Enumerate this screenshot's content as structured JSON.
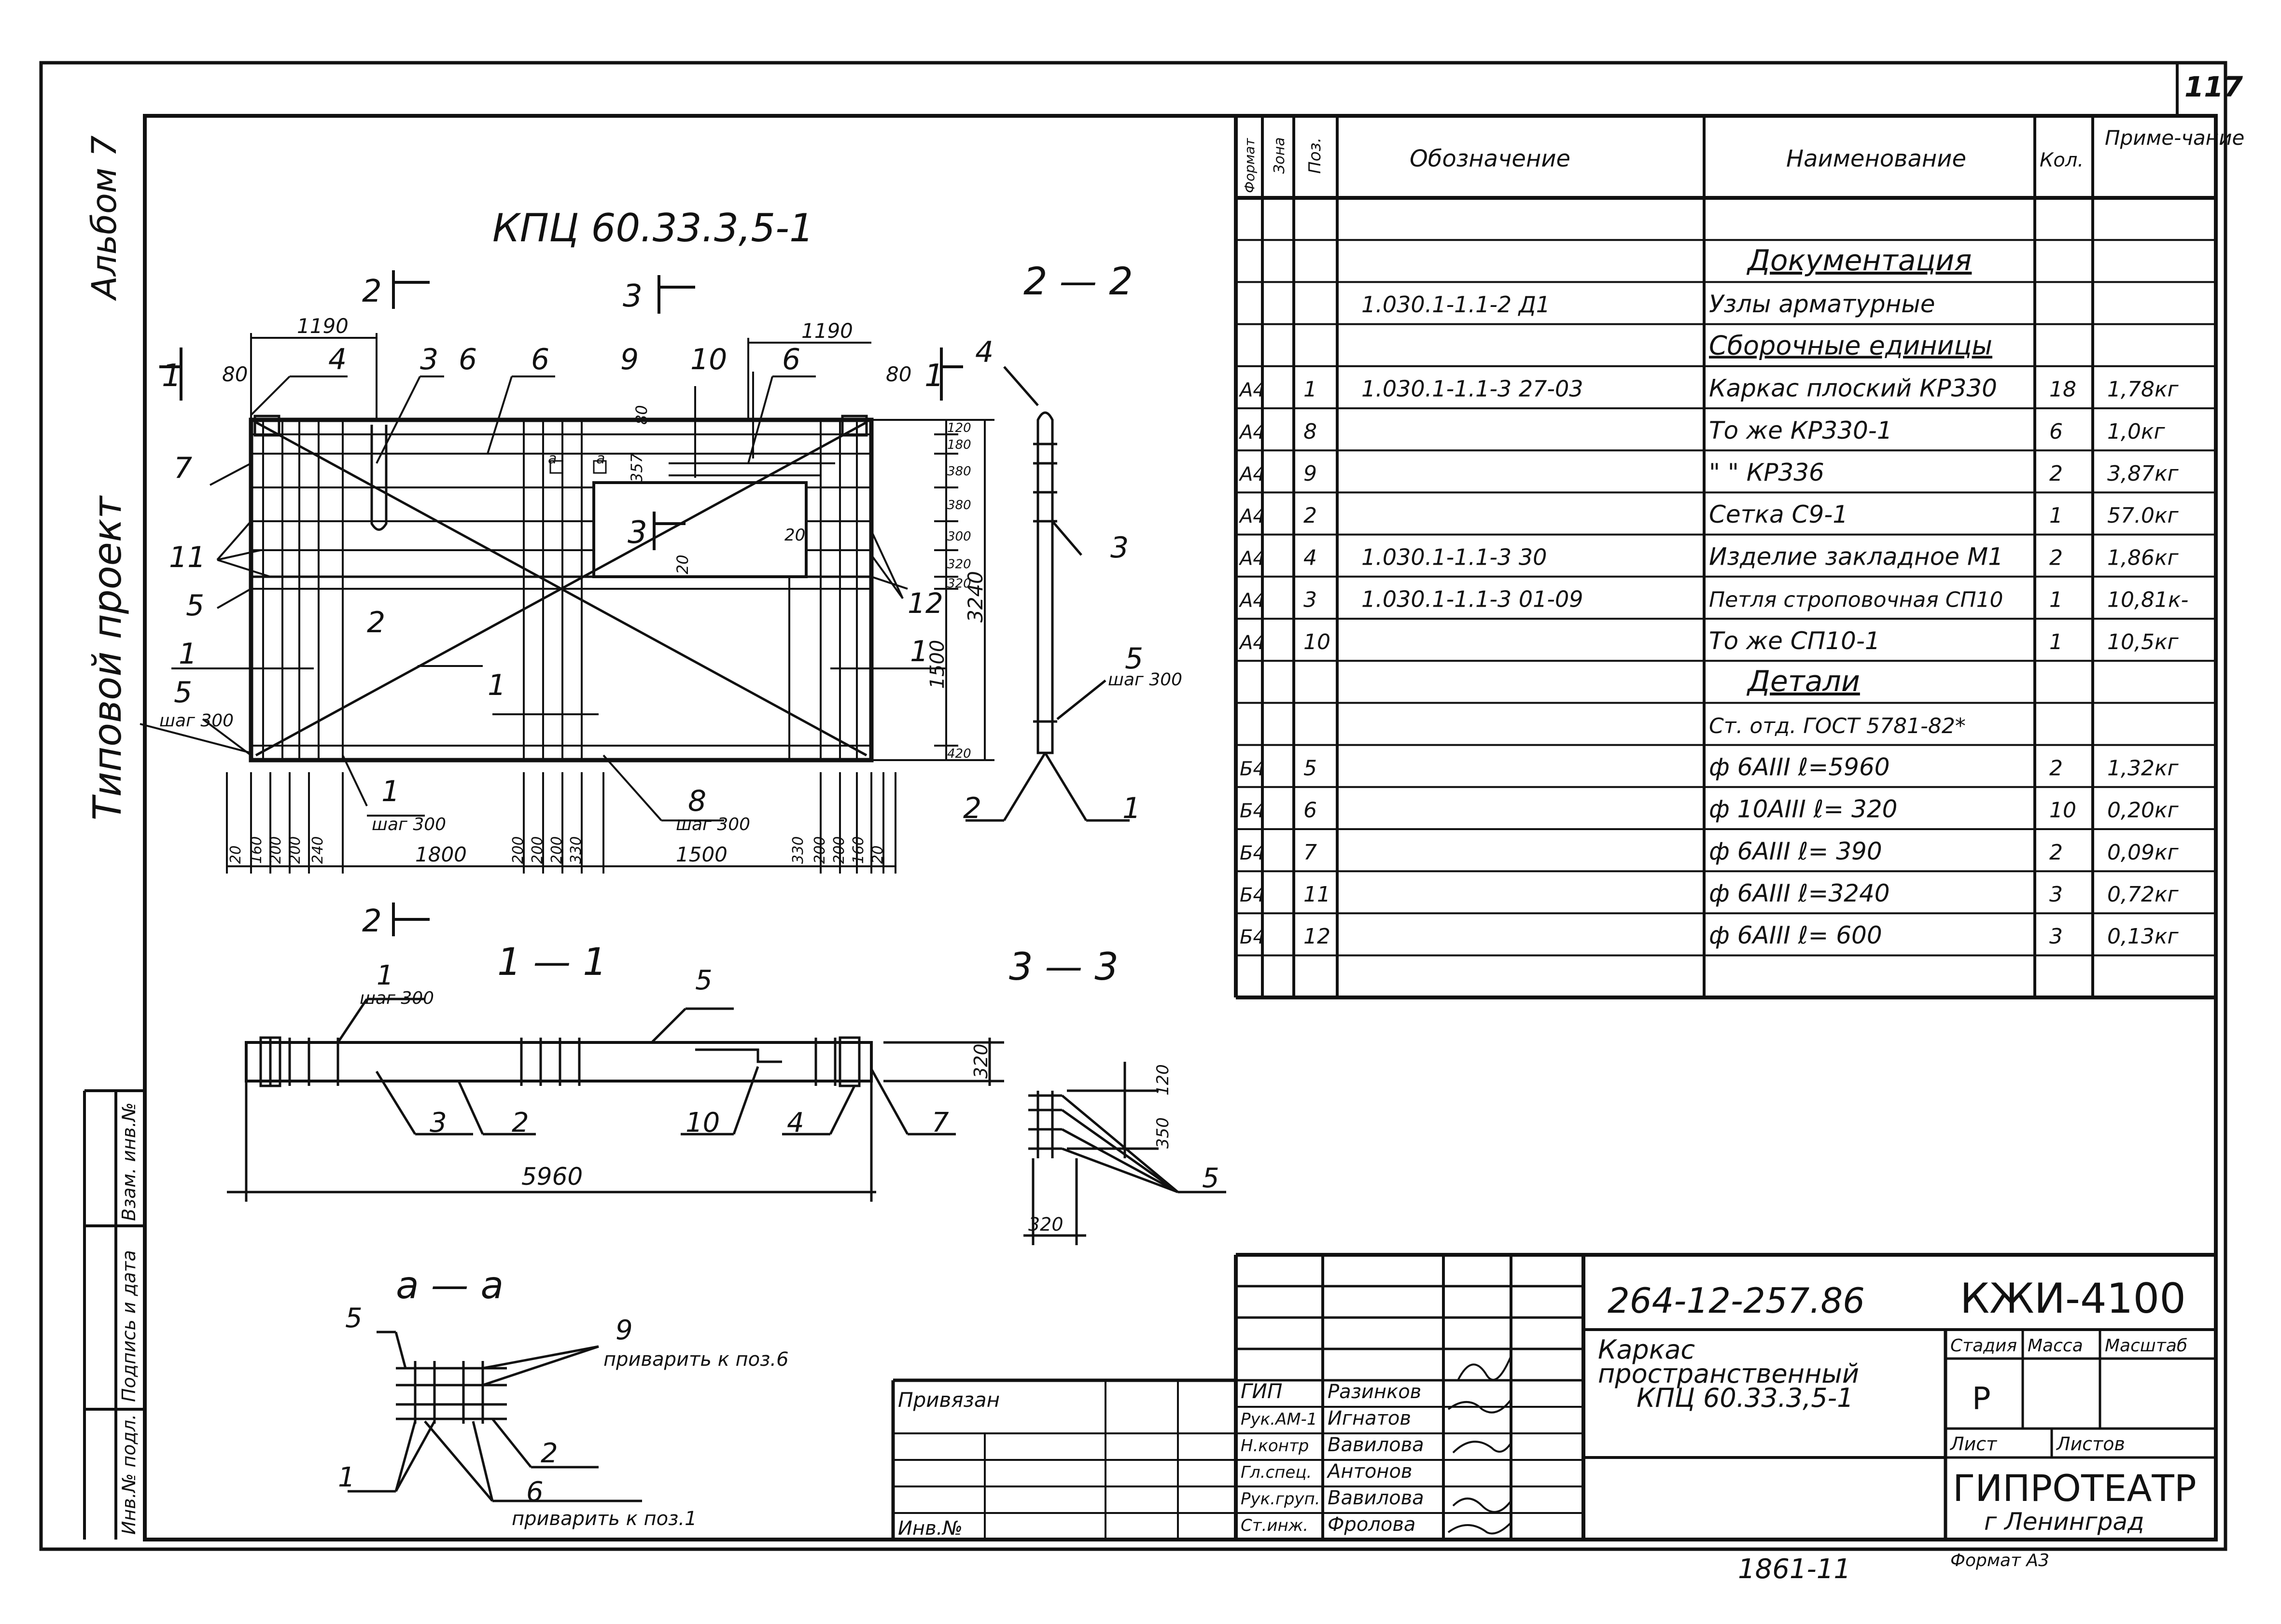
{
  "sheet_number": "117",
  "album": "Альбом 7",
  "project_type": "Типовой проект",
  "drawing_title": "КПЦ 60.33.3,5-1",
  "spec": {
    "headers": {
      "format": "Формат",
      "zone": "Зона",
      "pos": "Поз.",
      "designation": "Обозначение",
      "name": "Наименование",
      "qty": "Кол.",
      "note": "Приме-чание"
    },
    "rows": [
      {
        "format": "",
        "zone": "",
        "pos": "",
        "designation": "",
        "name": "",
        "qty": "",
        "note": ""
      },
      {
        "format": "",
        "zone": "",
        "pos": "",
        "designation": "",
        "name": "Документация",
        "qty": "",
        "note": "",
        "section": true
      },
      {
        "format": "",
        "zone": "",
        "pos": "",
        "designation": "1.030.1-1.1-2  Д1",
        "name": "Узлы   арматурные",
        "qty": "",
        "note": ""
      },
      {
        "format": "",
        "zone": "",
        "pos": "",
        "designation": "",
        "name": "Сборочные единицы",
        "qty": "",
        "note": "",
        "section": true
      },
      {
        "format": "А4",
        "zone": "",
        "pos": "1",
        "designation": "1.030.1-1.1-3  27-03",
        "name": "Каркас плоский КР330",
        "qty": "18",
        "note": "1,78кг"
      },
      {
        "format": "А4",
        "zone": "",
        "pos": "8",
        "designation": "",
        "name": "То   же   КР330-1",
        "qty": "6",
        "note": "1,0кг"
      },
      {
        "format": "А4",
        "zone": "",
        "pos": "9",
        "designation": "",
        "name": "\"      \"      КР336",
        "qty": "2",
        "note": "3,87кг"
      },
      {
        "format": "А4",
        "zone": "",
        "pos": "2",
        "designation": "",
        "name": "Сетка С9-1",
        "qty": "1",
        "note": "57.0кг"
      },
      {
        "format": "А4",
        "zone": "",
        "pos": "4",
        "designation": "1.030.1-1.1-3  30",
        "name": "Изделие закладное М1",
        "qty": "2",
        "note": "1,86кг"
      },
      {
        "format": "А4",
        "zone": "",
        "pos": "3",
        "designation": "1.030.1-1.1-3  01-09",
        "name": "Петля строповочная СП10",
        "qty": "1",
        "note": "10,81к-"
      },
      {
        "format": "А4",
        "zone": "",
        "pos": "10",
        "designation": "",
        "name": "То   же   СП10-1",
        "qty": "1",
        "note": "10,5кг"
      },
      {
        "format": "",
        "zone": "",
        "pos": "",
        "designation": "",
        "name": "Детали",
        "qty": "",
        "note": "",
        "section": true
      },
      {
        "format": "",
        "zone": "",
        "pos": "",
        "designation": "",
        "name": "Ст. отд. ГОСТ 5781-82*",
        "qty": "",
        "note": ""
      },
      {
        "format": "Б4",
        "zone": "",
        "pos": "5",
        "designation": "",
        "name": "ф 6АIII      ℓ=5960",
        "qty": "2",
        "note": "1,32кг"
      },
      {
        "format": "Б4",
        "zone": "",
        "pos": "6",
        "designation": "",
        "name": "ф 10АIII     ℓ= 320",
        "qty": "10",
        "note": "0,20кг"
      },
      {
        "format": "Б4",
        "zone": "",
        "pos": "7",
        "designation": "",
        "name": "ф 6АIII      ℓ= 390",
        "qty": "2",
        "note": "0,09кг"
      },
      {
        "format": "Б4",
        "zone": "",
        "pos": "11",
        "designation": "",
        "name": "ф 6АIII      ℓ=3240",
        "qty": "3",
        "note": "0,72кг"
      },
      {
        "format": "Б4",
        "zone": "",
        "pos": "12",
        "designation": "",
        "name": "ф 6АIII      ℓ= 600",
        "qty": "3",
        "note": "0,13кг"
      },
      {
        "format": "",
        "zone": "",
        "pos": "",
        "designation": "",
        "name": "",
        "qty": "",
        "note": ""
      }
    ]
  },
  "views": {
    "section_2_2": "2 — 2",
    "section_1_1": "1 — 1",
    "section_3_3": "3 — 3",
    "section_a_a": "а — а",
    "weld_note_9": "приварить к поз.6",
    "weld_note_6": "приварить к поз.1",
    "step_300": "шаг 300"
  },
  "dimensions": {
    "top_left": "1190",
    "top_right": "1190",
    "edge_80_left": "80",
    "edge_80_right": "80",
    "bottom_chain": [
      "20",
      "160",
      "200",
      "200",
      "240",
      "1800",
      "200",
      "200",
      "200",
      "330",
      "1500",
      "330",
      "200",
      "200",
      "160",
      "20"
    ],
    "right_chain": [
      "120",
      "180",
      "380",
      "380",
      "300",
      "320",
      "320",
      "1500",
      "420"
    ],
    "overall_height": "3240",
    "small_357": "357",
    "small_80": "80",
    "small_20a": "20",
    "small_20b": "20",
    "small_a1": "а",
    "small_a2": "а",
    "length_1_1": "5960",
    "height_1_1": "320",
    "s33_320": "320",
    "s33_350": "350",
    "s33_120": "120"
  },
  "title_block": {
    "doc_code": "264-12-257.86",
    "kzhi": "КЖИ-4100",
    "object_name_1": "Каркас",
    "object_name_2": "пространственный",
    "object_name_3": "КПЦ 60.33.3,5-1",
    "stage_label": "Стадия",
    "mass_label": "Масса",
    "scale_label": "Масштаб",
    "stage_value": "Р",
    "sheet_label": "Лист",
    "sheets_label": "Листов",
    "org": "ГИПРОТЕАТР",
    "city": "г Ленинград",
    "format": "Формат А3",
    "tied": "Привязан",
    "inv": "Инв.№",
    "bottom_number": "1861-11",
    "staff": [
      {
        "role": "ГИП",
        "name": "Разинков"
      },
      {
        "role": "Рук.АМ-1",
        "name": "Игнатов"
      },
      {
        "role": "Н.контр",
        "name": "Вавилова"
      },
      {
        "role": "Гл.спец.",
        "name": "Антонов"
      },
      {
        "role": "Рук.груп.",
        "name": "Вавилова"
      },
      {
        "role": "Ст.инж.",
        "name": "Фролова"
      }
    ]
  },
  "side_stamp": {
    "vzam": "Взам. инв.№",
    "podp": "Подпись и дата",
    "inv": "Инв.№ подл."
  }
}
